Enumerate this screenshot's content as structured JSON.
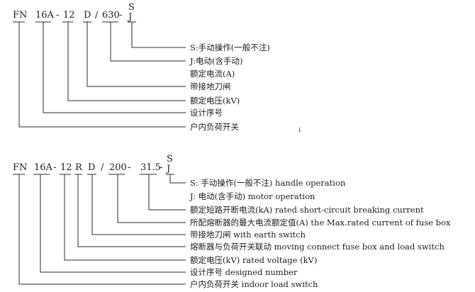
{
  "diagram1": {
    "code": {
      "c1": "FN",
      "c2": "16A",
      "d1": "-",
      "c3": "12",
      "c4": "D",
      "slash": "/",
      "c5": "630",
      "d2": "-",
      "s": "S",
      "j": "J"
    },
    "labels": [
      "S:手动操作(一般不注)",
      "J:电动(含手动)",
      "额定电流(A)",
      "带接地刀闸",
      "额定电压(kV)",
      "设计序号",
      "户内负荷开关"
    ]
  },
  "stray_mark": "↓",
  "diagram2": {
    "code": {
      "c1": "FN",
      "c2": "16A",
      "d1": "-",
      "c3": "12",
      "c4": "R",
      "c5": "D",
      "slash": "/",
      "c6": "200",
      "d2": "-",
      "c7": "31.5",
      "d3": "-",
      "s": "S",
      "j": "J"
    },
    "labels": [
      "S: 手动操作(一般不注) handle  operation",
      "J: 电动(含手动)  motor operation",
      "额定短路开断电流(kA)  rated short-circuit breaking current",
      "所配熔断器的最大电流额定值(A) the Max.rated current of fuse box",
      "带接地刀闸  with earth switch",
      "熔断器与负荷开关联动  moving connect fuse box and load switch",
      "额定电压(kV)  rated voltage (kV)",
      "设计序号  designed number",
      "户内负荷开关  indoor load switch"
    ]
  }
}
